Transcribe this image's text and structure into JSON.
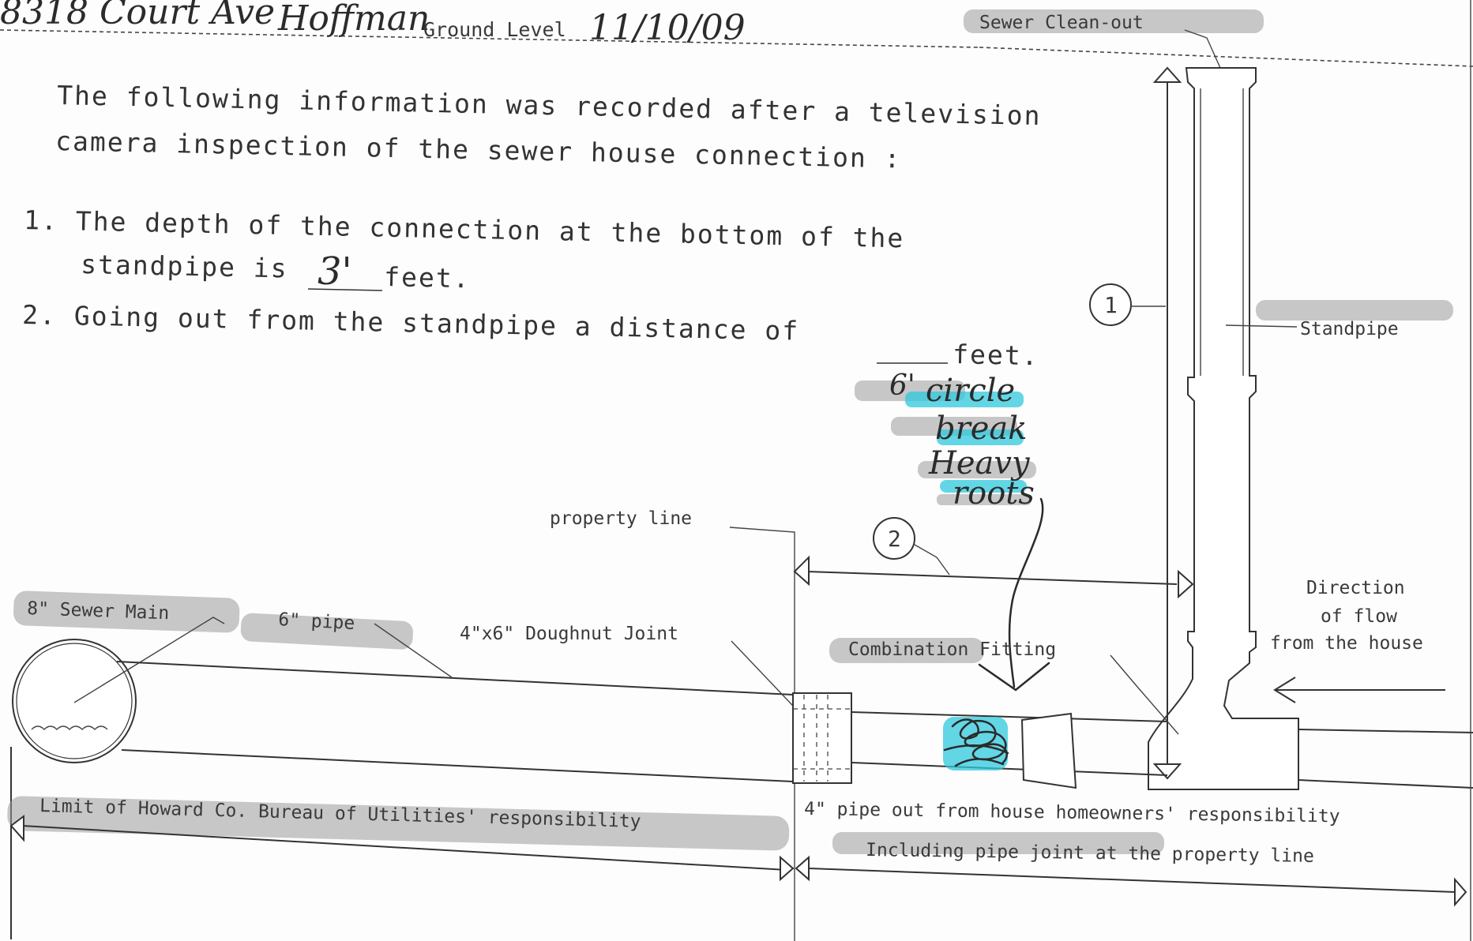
{
  "header": {
    "address": "8318 Court Ave",
    "name": "Hoffman",
    "ground_level": "Ground Level",
    "date": "11/10/09"
  },
  "intro": {
    "line1": "The following information was recorded after a television",
    "line2": "camera inspection of the sewer house connection :"
  },
  "items": {
    "item1_line1": "1. The depth of the connection at the bottom of the",
    "item1_pre": "standpipe is",
    "item1_value": "3'",
    "item1_post": "feet.",
    "item2_line1": "2. Going out from the standpipe a distance of",
    "item2_post": "feet."
  },
  "handwritten_notes": {
    "distance": "6'",
    "note1": "circle",
    "note2": "break",
    "note3": "Heavy",
    "note4": "roots"
  },
  "labels": {
    "sewer_cleanout": "Sewer Clean-out",
    "standpipe": "Standpipe",
    "marker1": "1",
    "marker2": "2",
    "property_line": "property line",
    "direction1": "Direction",
    "direction2": "of flow",
    "direction3": "from the house",
    "sewer_main": "8\" Sewer Main",
    "pipe6": "6\" pipe",
    "doughnut": "4\"x6\" Doughnut Joint",
    "combination": "Combination Fitting",
    "limit": "Limit of Howard Co. Bureau of Utilities' responsibility",
    "homeowner1": "4\" pipe out from house homeowners' responsibility",
    "homeowner2": "Including pipe joint at the property line"
  }
}
